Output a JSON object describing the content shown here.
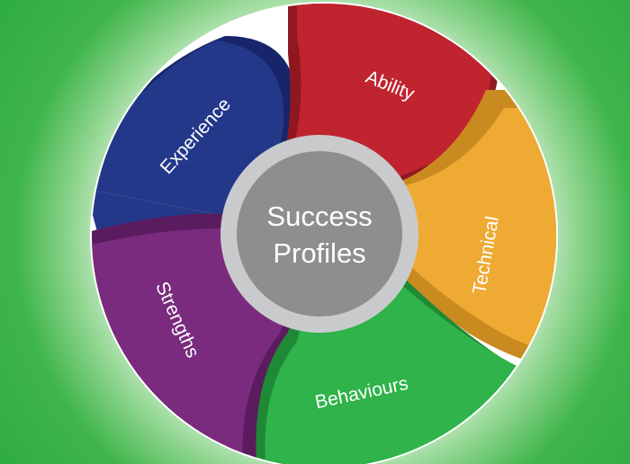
{
  "center": {
    "line1": "Success",
    "line2": "Profiles"
  },
  "segments": [
    {
      "id": "ability",
      "label": "Ability",
      "color": "#c0242f",
      "shade": "#8f1820"
    },
    {
      "id": "technical",
      "label": "Technical",
      "color": "#eeaa33",
      "shade": "#c98a20"
    },
    {
      "id": "behaviours",
      "label": "Behaviours",
      "color": "#2fb34a",
      "shade": "#1f8a35"
    },
    {
      "id": "strengths",
      "label": "Strengths",
      "color": "#7a2b7e",
      "shade": "#5a1c5f"
    },
    {
      "id": "experience",
      "label": "Experience",
      "color": "#24388a",
      "shade": "#17266a"
    }
  ],
  "colors": {
    "hub_fill": "#8d8e90",
    "hub_ring": "#c9cacc",
    "background": "#22a63a"
  }
}
